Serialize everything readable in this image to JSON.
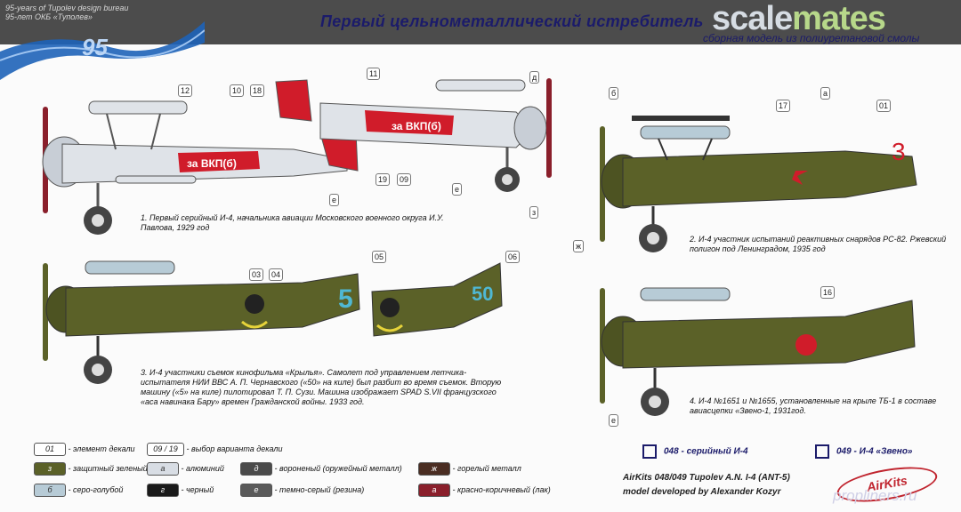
{
  "header": {
    "anniversary_en": "95-years of Tupolev design bureau",
    "anniversary_ru": "95-лет ОКБ «Туполев»",
    "anniversary_badge": "95",
    "title": "Первый цельнометаллический истребитель",
    "subtitle": "сборная модель из полиуретановой смолы",
    "site_logo_part1": "scale",
    "site_logo_part2": "mates"
  },
  "callouts": [
    "12",
    "10",
    "18",
    "11",
    "д",
    "19",
    "09",
    "е",
    "е",
    "з",
    "17",
    "а",
    "01",
    "б",
    "ж",
    "03",
    "04",
    "05",
    "06",
    "16",
    "е"
  ],
  "markings": {
    "banner_text": "за ВКП(б)",
    "tail_3": "3",
    "tail_5": "5",
    "tail_50": "50"
  },
  "captions": {
    "c1": "1. Первый серийный И-4, начальника авиации Московского военного округа И.У. Павлова, 1929 год",
    "c2": "2. И-4 участник испытаний реактивных снарядов РС-82. Ржевский полигон под Ленинградом, 1935 год",
    "c3": "3. И-4 участники съемок кинофильма «Крылья». Самолет под управлением летчика-испытателя НИИ ВВС А. П. Чернавского («50» на киле) был разбит во время съемок. Вторую машину («5» на киле) пилотировал Т. П. Сузи. Машина изображает SPAD S.VII французского «аса навинака Бару» времен Гражданской войны. 1933 год.",
    "c4": "4. И-4 №1651 и №1655, установленные на крыле ТБ-1 в составе авиасцепки «Звено-1, 1931год."
  },
  "legend": [
    {
      "code": "01",
      "text": "- элемент декали",
      "color": "#ffffff",
      "fg": "#222"
    },
    {
      "code": "09 / 19",
      "text": "- выбор варианта декали",
      "color": "#ffffff",
      "fg": "#222"
    },
    {
      "code": "з",
      "text": "- защитный зеленый",
      "color": "#5b6128",
      "fg": "#fff"
    },
    {
      "code": "а",
      "text": "- алюминий",
      "color": "#d8dde4",
      "fg": "#333"
    },
    {
      "code": "д",
      "text": "- вороненый (оружейный металл)",
      "color": "#4a4a4a",
      "fg": "#fff"
    },
    {
      "code": "ж",
      "text": "- горелый металл",
      "color": "#4a2d22",
      "fg": "#fff"
    },
    {
      "code": "б",
      "text": "- серо-голубой",
      "color": "#b7cbd6",
      "fg": "#333"
    },
    {
      "code": "г",
      "text": "- черный",
      "color": "#1a1a1a",
      "fg": "#fff"
    },
    {
      "code": "е",
      "text": "- темно-серый (резина)",
      "color": "#5a5a5a",
      "fg": "#fff"
    },
    {
      "code": "а",
      "text": "- красно-коричневый (лак)",
      "color": "#8a1f2b",
      "fg": "#fff"
    }
  ],
  "versions": {
    "v048": "048 - серийный И-4",
    "v049": "049 - И-4 «Звено»"
  },
  "credits": {
    "line1": "AirKits 048/049 Tupolev A.N. I-4 (ANT-5)",
    "line2": "model developed by Alexander Kozyr"
  },
  "brand": {
    "logo_text": "AirKits",
    "watermark": "propliners.ru"
  },
  "colors": {
    "olive": "#5b6128",
    "aluminium": "#dfe3e8",
    "red": "#d01c2a",
    "title_blue": "#1b1b6a",
    "cyan": "#4fb8d4"
  }
}
